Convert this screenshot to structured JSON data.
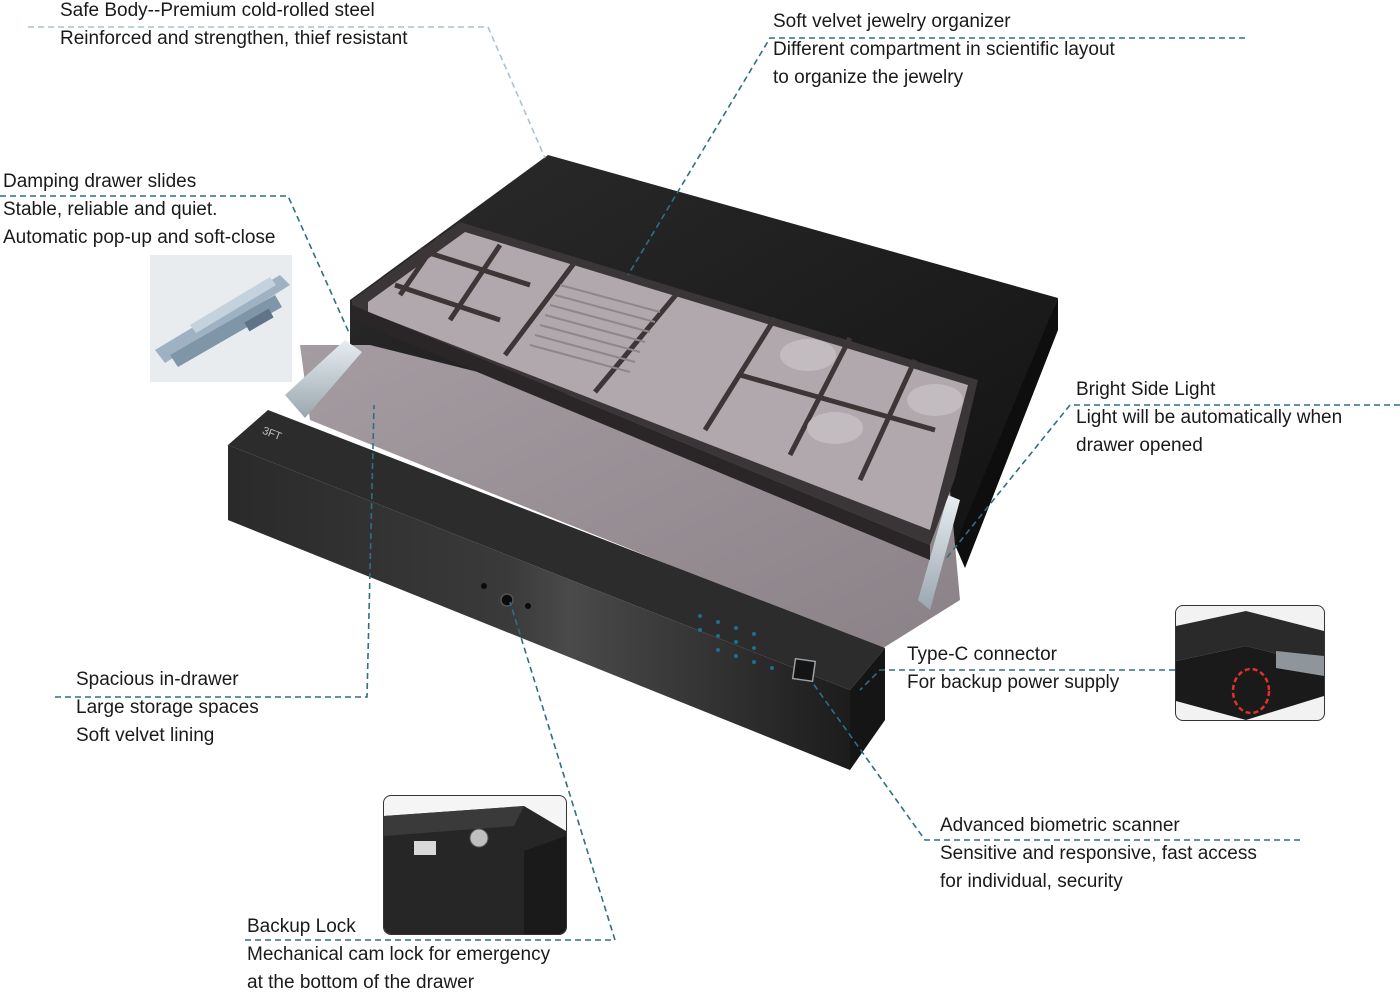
{
  "callouts": {
    "safe_body": {
      "title": "Safe Body--Premium cold-rolled steel",
      "desc": "Reinforced and strengthen, thief resistant"
    },
    "organizer": {
      "title": "Soft velvet jewelry organizer",
      "desc1": "Different compartment in scientific layout",
      "desc2": "to organize the jewelry"
    },
    "slides": {
      "title": "Damping drawer slides",
      "desc1": "Stable, reliable and quiet.",
      "desc2": "Automatic pop-up and soft-close"
    },
    "side_light": {
      "title": "Bright Side Light",
      "desc1": "Light will be automatically when",
      "desc2": "drawer opened"
    },
    "type_c": {
      "title": "Type-C connector",
      "desc": "For backup power supply"
    },
    "in_drawer": {
      "title": "Spacious in-drawer",
      "desc1": "Large storage spaces",
      "desc2": "Soft velvet lining"
    },
    "biometric": {
      "title": "Advanced biometric scanner",
      "desc1": "Sensitive and responsive, fast access",
      "desc2": "for individual, security"
    },
    "backup_lock": {
      "title": "Backup Lock",
      "desc1": "Mechanical cam lock for emergency",
      "desc2": "at the bottom of the drawer"
    }
  },
  "product": {
    "brand": "3FT"
  },
  "colors": {
    "leader": "#2f6f86",
    "body": "#1e1e1e",
    "velvet": "#8c8489",
    "velvet_light": "#a39ba0",
    "highlight_circle": "#e0322b"
  }
}
